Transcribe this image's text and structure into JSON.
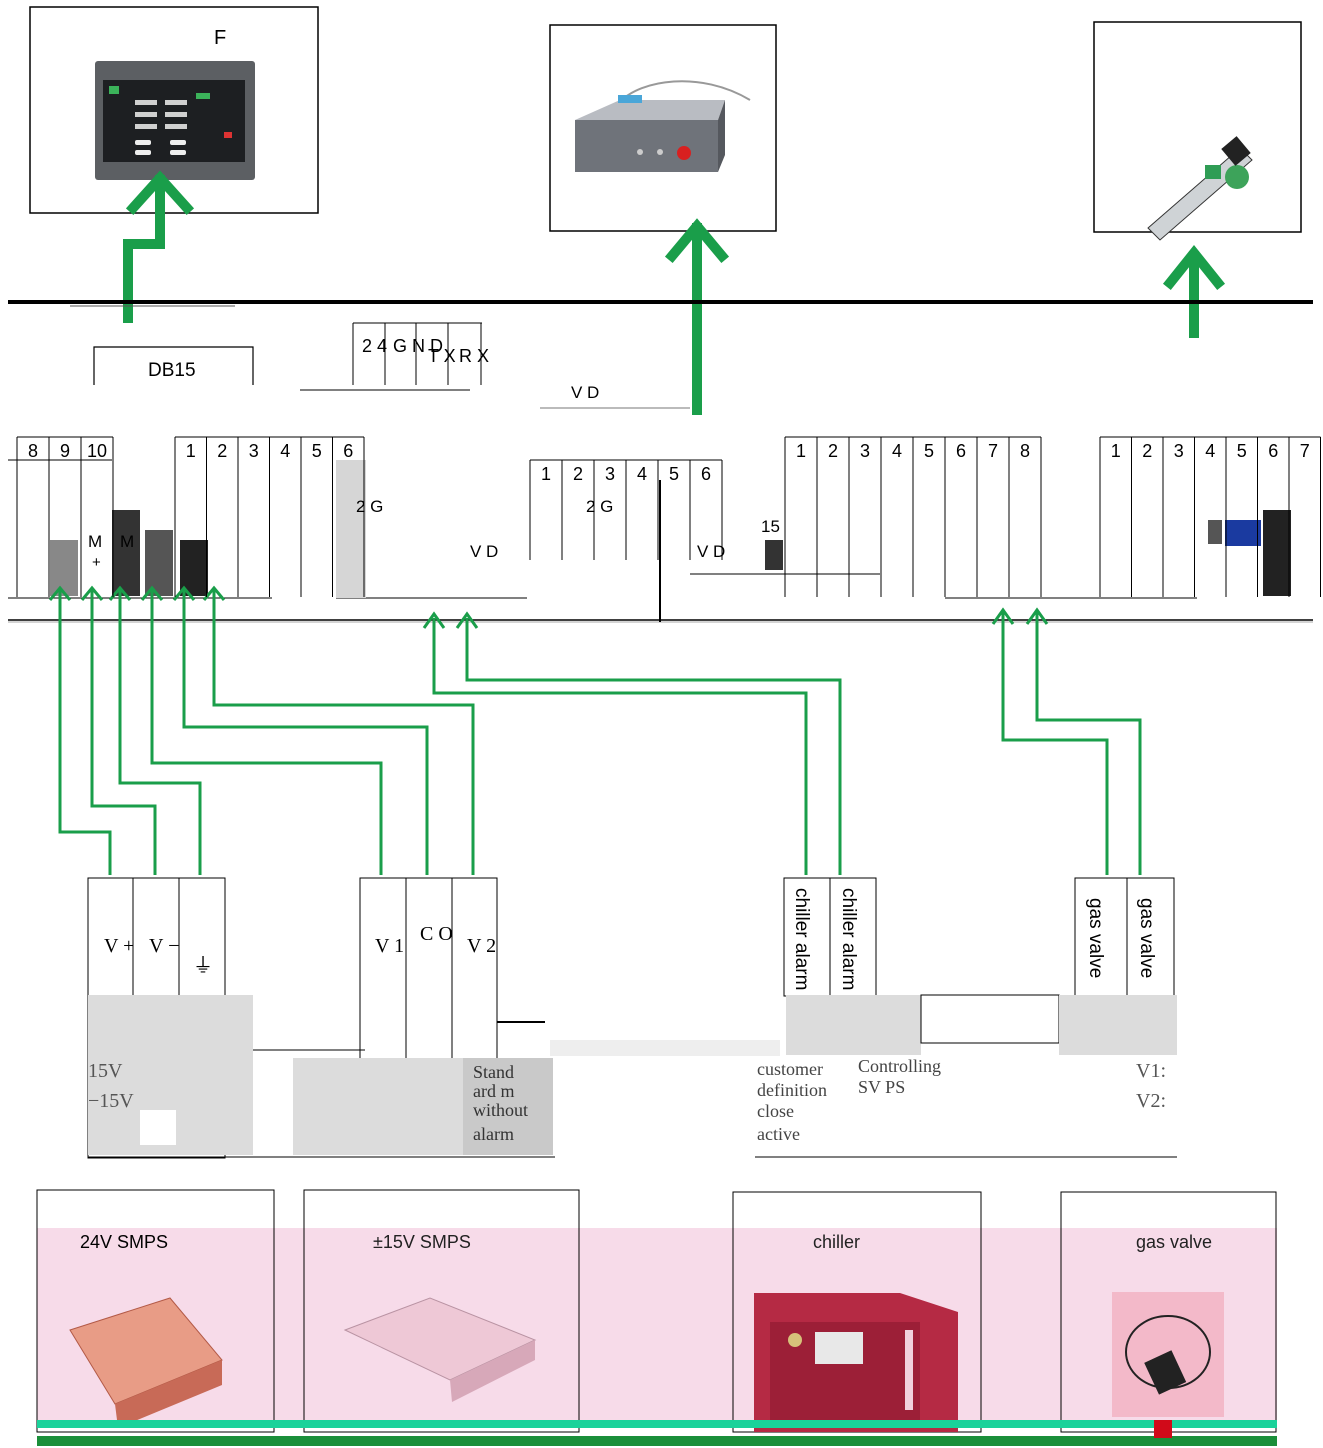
{
  "top_devices": {
    "controller": {
      "label": "F"
    },
    "laser_source": {
      "label": ""
    },
    "laser_head": {
      "label": ""
    }
  },
  "connectors": {
    "db15": "DB15",
    "serial": [
      "2 4",
      "G N D",
      "T X",
      "R X"
    ],
    "pwr_short": "V D",
    "block_a_pins": [
      "8",
      "9",
      "10"
    ],
    "block_b_pins": [
      "1",
      "2",
      "3",
      "4",
      "5",
      "6"
    ],
    "block_c_pins": [
      "1",
      "2",
      "3",
      "4",
      "5",
      "6"
    ],
    "block_d_pins": [
      "1",
      "2",
      "3",
      "4",
      "5",
      "6",
      "7",
      "8"
    ],
    "block_e_pins": [
      "1",
      "2",
      "3",
      "4",
      "5",
      "6",
      "7"
    ],
    "frag_2g": "2 G",
    "frag_v_d": "V D",
    "frag_15": "15",
    "frag_m": "M",
    "frag_plus": "+"
  },
  "terminals": {
    "smps15": [
      "V +",
      "V −",
      "⏚"
    ],
    "smps24": [
      "V 1",
      "C O",
      "V 2"
    ],
    "chiller": [
      "chiller alarm",
      "chiller alarm"
    ],
    "gas": [
      "gas valve",
      "gas valve"
    ]
  },
  "notes": {
    "v15": "15V",
    "vneg15": "−15V",
    "v1": "V1:",
    "v2": "V2:",
    "chiller_note": [
      "customer",
      "definition",
      "close",
      "active"
    ],
    "controlling": "Controlling",
    "sv": "SV PS",
    "stand": [
      "Stand",
      "ard m",
      "without",
      "alarm"
    ]
  },
  "bottom_devices": [
    {
      "title": "24V SMPS"
    },
    {
      "title": "±15V SMPS"
    },
    {
      "title": "chiller"
    },
    {
      "title": "gas valve"
    }
  ],
  "colors": {
    "wire": "#1a9e4a",
    "panel_pink": "#f7dbe9",
    "grey_block": "#dcdcdc",
    "bus": "#000000"
  }
}
